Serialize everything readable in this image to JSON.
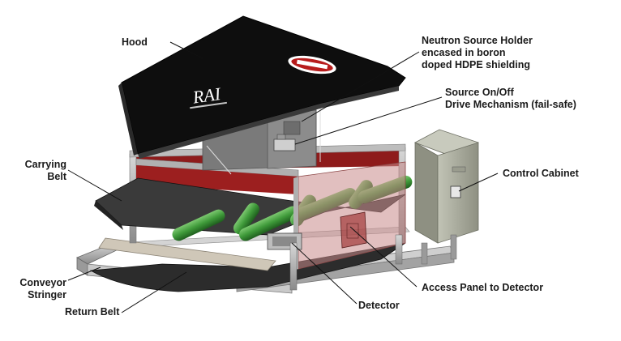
{
  "labels": {
    "hood": "Hood",
    "neutron_line1": "Neutron Source Holder",
    "neutron_line2": "encased in boron",
    "neutron_line3": "doped HDPE shielding",
    "source_line1": "Source On/Off",
    "source_line2": "Drive Mechanism (fail-safe)",
    "carrying_line1": "Carrying",
    "carrying_line2": "Belt",
    "control_cabinet": "Control Cabinet",
    "stringer_line1": "Conveyor",
    "stringer_line2": "Stringer",
    "return_belt": "Return Belt",
    "detector": "Detector",
    "access_panel": "Access Panel to Detector"
  },
  "logo_text": "RAI",
  "colors": {
    "hood": "#111111",
    "belt": "#3a3a3a",
    "roller": "#3f9a3a",
    "tunnel": "#c98a8a",
    "frame": "#b4b4b4",
    "cabinet": "#a9ab9c",
    "inner_red": "#8e1b1b"
  }
}
